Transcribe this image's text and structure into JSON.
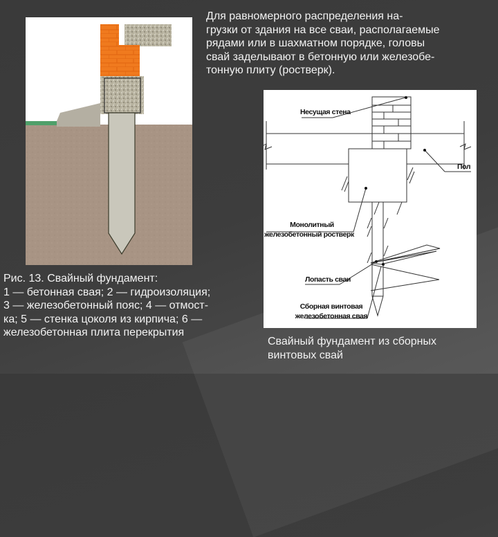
{
  "intro": {
    "lines": [
      "Для равномерного распределения на-",
      "грузки от здания на все сваи, располагаемые",
      "рядами или в шахматном порядке, головы",
      "свай заделывают в бетонную или железобе-",
      "тонную плиту (ростверк)."
    ]
  },
  "figure_left": {
    "caption_lines": [
      "Рис. 13. Свайный фундамент:",
      "1 — бетонная свая; 2 — гидроизоляция;",
      "3 — железобетонный пояс; 4 — отмост-",
      "ка; 5 — стенка цоколя из кирпича; 6 —",
      "железобетонная плита перекрытия"
    ],
    "colors": {
      "brick": "#f07a1e",
      "concrete": "#b9b4a6",
      "soil": "#a89484",
      "grass": "#4fa06a",
      "pile": "#c9c7bb"
    }
  },
  "figure_right": {
    "labels": {
      "wall": "Несущая стена",
      "floor": "Пол",
      "grillage_line1": "Монолитный",
      "grillage_line2": "железобетонный ростверк",
      "blade": "Лопасть сваи",
      "pile_line1": "Сборная винтовая",
      "pile_line2": "железобетонная свая"
    },
    "caption_lines": [
      "Свайный фундамент из сборных",
      "винтовых свай"
    ]
  }
}
